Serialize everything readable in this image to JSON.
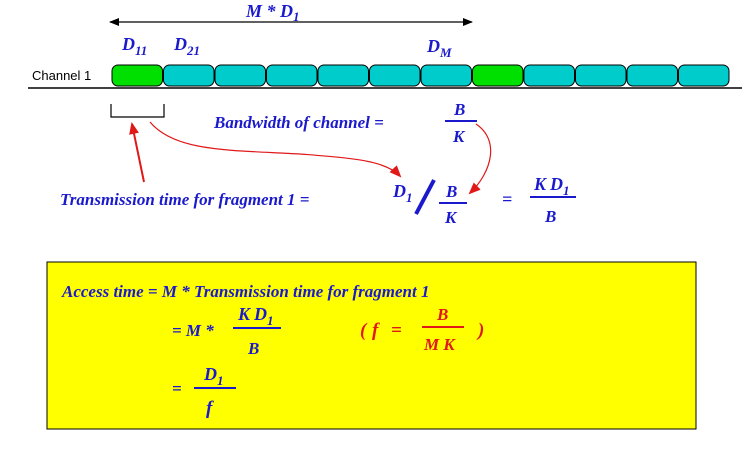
{
  "colors": {
    "blue": "#1a1acc",
    "red": "#e01818",
    "green_slot": "#00e000",
    "cyan_slot": "#00cccc",
    "yellow_box": "#ffff00"
  },
  "channel": {
    "label": "Channel 1",
    "slot_count": 12,
    "green_slot_indices": [
      0,
      7
    ]
  },
  "span": {
    "label": "M * D",
    "sub": "1"
  },
  "labels": {
    "d11": {
      "main": "D",
      "sub": "11"
    },
    "d21": {
      "main": "D",
      "sub": "21"
    },
    "dm": {
      "main": "D",
      "sub": "M"
    }
  },
  "bandwidth": {
    "text": "Bandwidth of channel =",
    "num": "B",
    "den": "K"
  },
  "transmission": {
    "text": "Transmission time for fragment 1 =",
    "d1_main": "D",
    "d1_sub": "1",
    "frac_num": "B",
    "frac_den": "K",
    "eq": "=",
    "result_num_k": "K",
    "result_num_d": "D",
    "result_num_sub": "1",
    "result_den": "B"
  },
  "access_box": {
    "line1": "Access time = M * Transmission time for fragment 1",
    "line2_prefix": "= M *",
    "line2_num_k": "K",
    "line2_num_d": "D",
    "line2_num_sub": "1",
    "line2_den": "B",
    "f_open": "(",
    "f_lhs": "f",
    "f_eq": "=",
    "f_num": "B",
    "f_den": "M K",
    "f_close": ")",
    "line3_prefix": "=",
    "line3_num": "D",
    "line3_num_sub": "1",
    "line3_den": "f"
  }
}
